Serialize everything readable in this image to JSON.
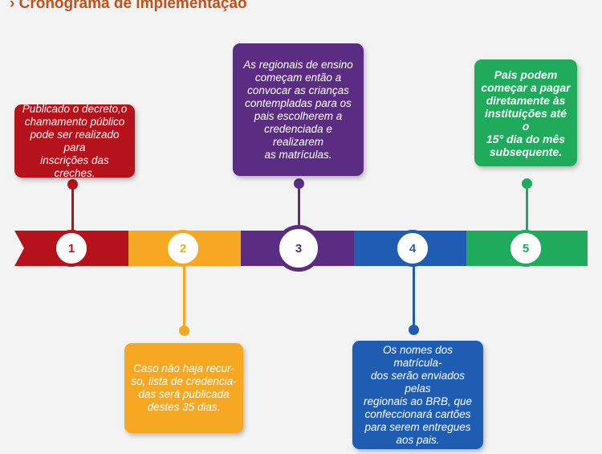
{
  "header": {
    "title": "› Cronograma de implementação"
  },
  "colors": {
    "step1": "#b5121b",
    "step2": "#f7a823",
    "step3": "#5a2d82",
    "step4": "#1f5db3",
    "step5": "#1fab5b"
  },
  "steps": [
    {
      "number": "1",
      "text": "Publicado o decreto,o\nchamamento público\npode ser realizado para\ninscrições das creches."
    },
    {
      "number": "2",
      "text": "Caso não haja recur-\nso, lista de credencia-\ndas será publicada\ndestes 35 dias."
    },
    {
      "number": "3",
      "text": "As regionais de ensino\ncomeçam então a\nconvocar as crianças\ncontempladas para os\npais escolherem a\ncredenciada e realizarem\nas matrículas."
    },
    {
      "number": "4",
      "text": "Os nomes dos matrícula-\ndos serão enviados pelas\nregionais ao BRB, que\nconfeccionará cartões\npara serem entregues\naos pais."
    },
    {
      "number": "5",
      "text": "Pais podem\ncomeçar a pagar\ndiretamente às\ninstituições até o\n15° dia do mês\nsubsequente."
    }
  ]
}
